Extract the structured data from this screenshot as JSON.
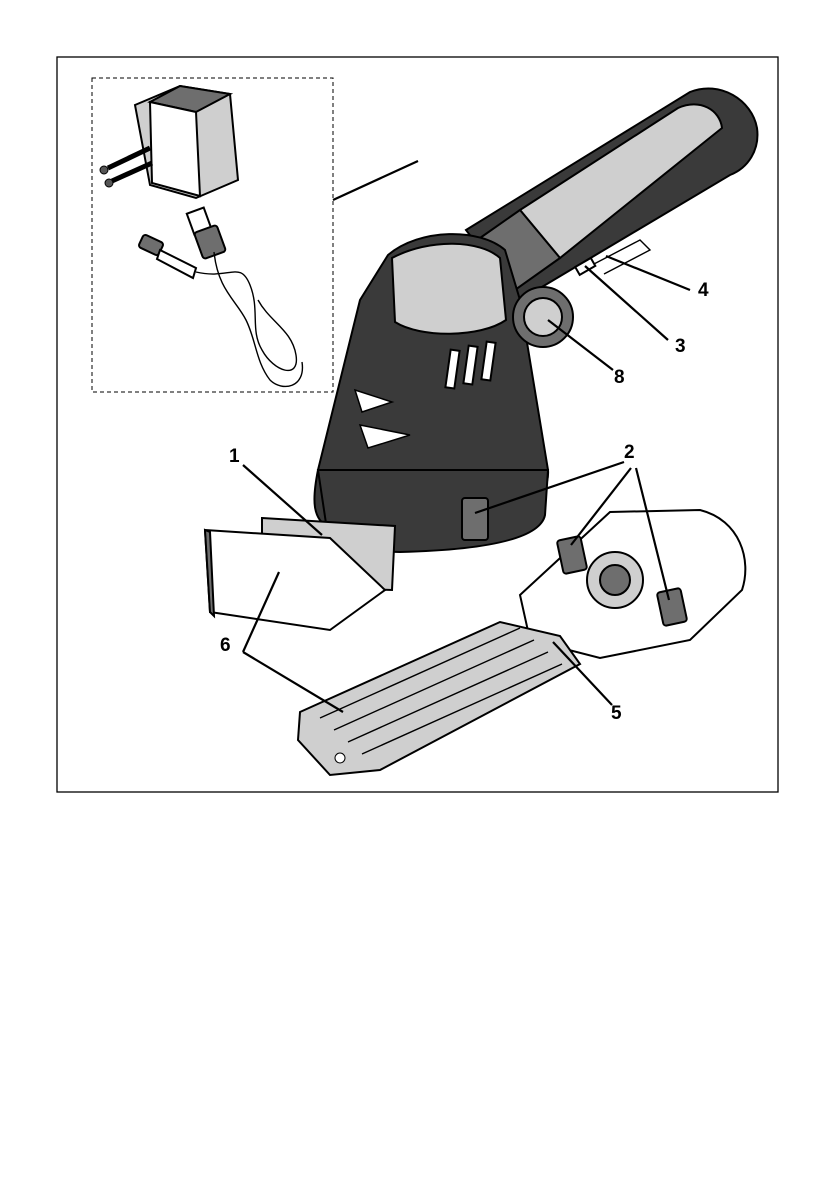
{
  "figure": {
    "frame_color": "#000000",
    "callouts": [
      {
        "id": "1",
        "text": "1"
      },
      {
        "id": "2",
        "text": "2"
      },
      {
        "id": "3",
        "text": "3"
      },
      {
        "id": "4",
        "text": "4"
      },
      {
        "id": "5",
        "text": "5"
      },
      {
        "id": "6",
        "text": "6"
      },
      {
        "id": "8",
        "text": "8"
      }
    ]
  }
}
